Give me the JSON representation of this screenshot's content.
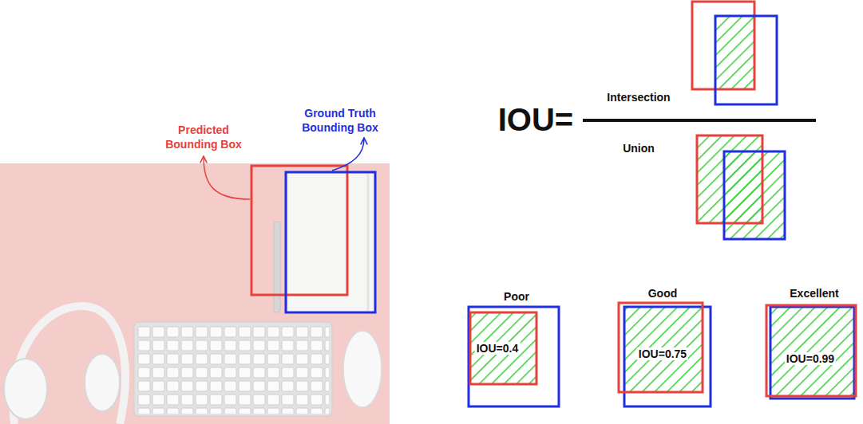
{
  "diagram": {
    "nodes": [
      {
        "text": [
          "Poor",
          "IOU=0.4"
        ]
      },
      {
        "text": [
          "Good",
          "IOU=0.75"
        ]
      },
      {
        "text": [
          "Excellent",
          "IOU=0.99"
        ]
      }
    ],
    "labels": [
      "Predicted Bounding Box",
      "Ground Truth Bounding Box",
      "IOU=",
      "Intersection",
      "Union"
    ]
  }
}
